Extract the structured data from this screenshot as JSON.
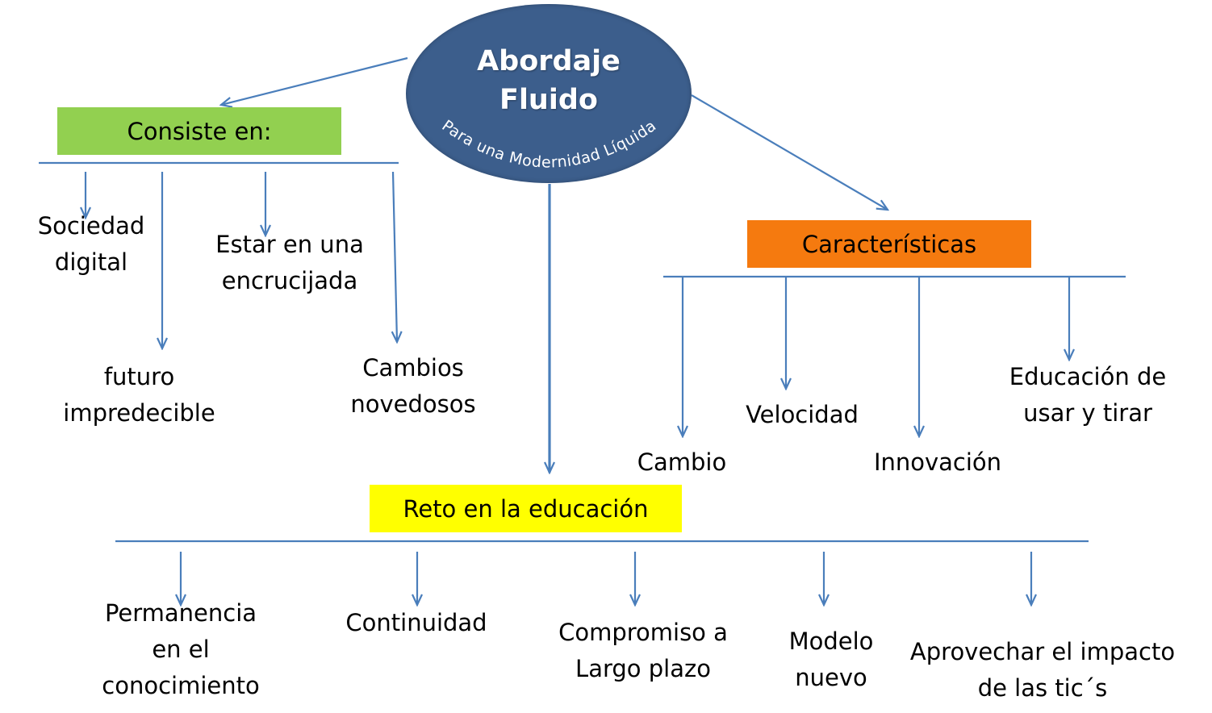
{
  "center": {
    "title": "Abordaje\nFluido",
    "subtitle": "Para una Modernidad Líquida",
    "color": "#3C5E8C"
  },
  "branches": {
    "consiste": {
      "label": "Consiste en:",
      "color": "#92D050",
      "items": [
        "Sociedad\ndigital",
        "futuro\nimpredecible",
        "Estar en una\nencrucijada",
        "Cambios\nnovedosos"
      ]
    },
    "caracteristicas": {
      "label": "Características",
      "color": "#F57A0F",
      "items": [
        "Cambio",
        "Velocidad",
        "Innovación",
        "Educación de\nusar y tirar"
      ]
    },
    "reto": {
      "label": "Reto en la educación",
      "color": "#FFFF00",
      "items": [
        "Permanencia\nen el\nconocimiento",
        "Continuidad",
        "Compromiso a\nLargo plazo",
        "Modelo\nnuevo",
        "Aprovechar el impacto\nde las tic´s"
      ]
    }
  },
  "connector_color": "#4A7EBB"
}
